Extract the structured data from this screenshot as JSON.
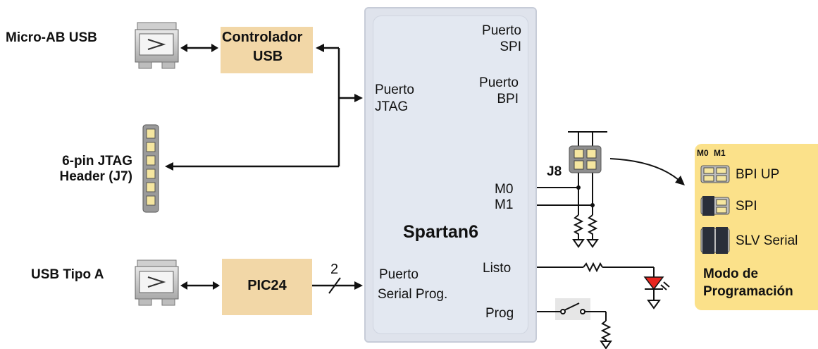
{
  "connectors": {
    "micro_ab_usb": "Micro-AB USB",
    "jtag_header_line1": "6-pin JTAG",
    "jtag_header_line2": "Header (J7)",
    "usb_tipo_a": "USB Tipo A"
  },
  "blocks": {
    "controlador_line1": "Controlador",
    "controlador_line2": "USB",
    "pic24": "PIC24"
  },
  "fpga": {
    "name": "Spartan6",
    "puerto_spi_line1": "Puerto",
    "puerto_spi_line2": "SPI",
    "puerto_bpi_line1": "Puerto",
    "puerto_bpi_line2": "BPI",
    "puerto_jtag_line1": "Puerto",
    "puerto_jtag_line2": "JTAG",
    "m0": "M0",
    "m1": "M1",
    "puerto_serial_line1": "Puerto",
    "puerto_serial_line2": "Serial Prog.",
    "listo": "Listo",
    "prog": "Prog"
  },
  "bus_width": "2",
  "jumper": "J8",
  "mode_panel": {
    "m0_header": "M0",
    "m1_header": "M1",
    "modes": [
      "BPI UP",
      "SPI",
      "SLV Serial"
    ],
    "title_line1": "Modo de",
    "title_line2": "Programación"
  },
  "colors": {
    "block_fill": "#f2d7a7",
    "fpga_fill": "#e3e8f1",
    "mode_panel_fill": "#fbe18a",
    "led": "#e8251f"
  }
}
